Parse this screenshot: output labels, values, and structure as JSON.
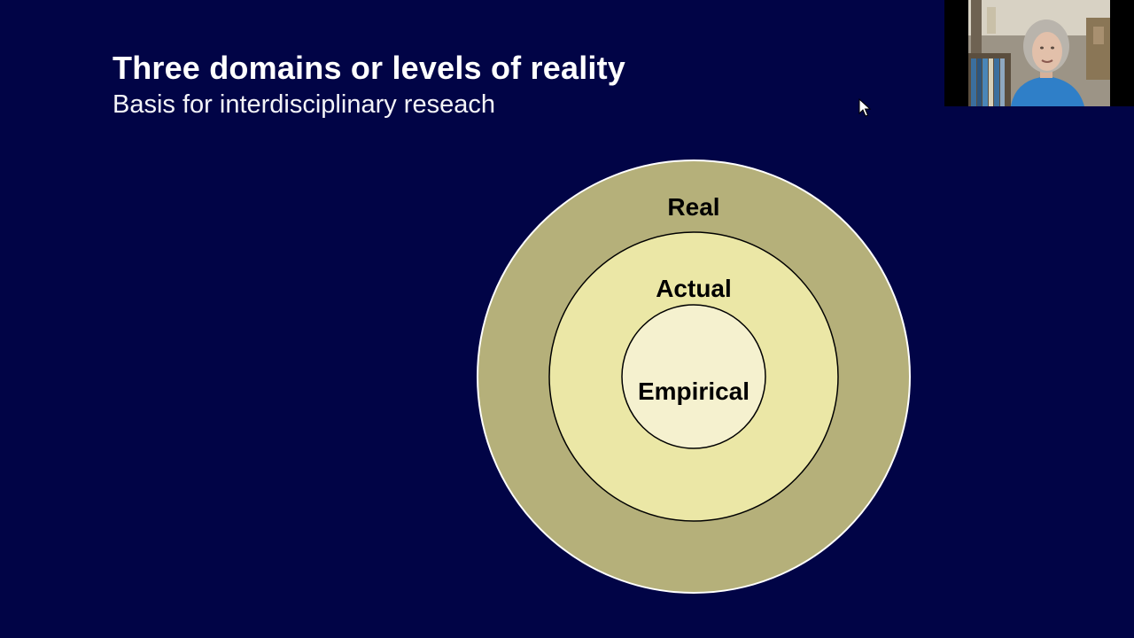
{
  "slide": {
    "title": "Three domains or levels of reality",
    "subtitle": "Basis for interdisciplinary reseach",
    "background_color": "#010446"
  },
  "diagram": {
    "rings": [
      {
        "label": "Real",
        "color": "#b5b07a"
      },
      {
        "label": "Actual",
        "color": "#ebe7a6"
      },
      {
        "label": "Empirical",
        "color": "#f5f1cf"
      }
    ]
  },
  "webcam": {
    "content": "presenter-video"
  },
  "cursor": {
    "icon": "mouse-pointer-icon"
  }
}
